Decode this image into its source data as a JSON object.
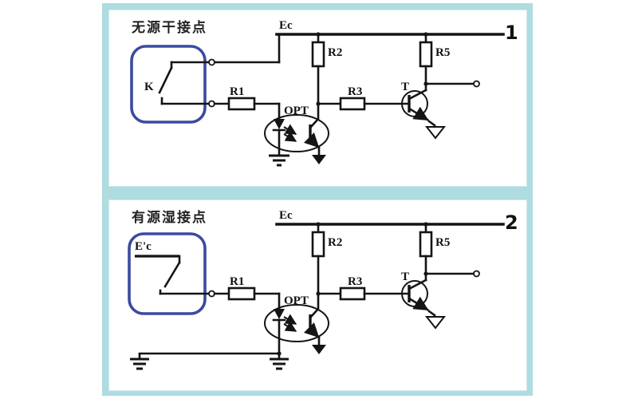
{
  "colors": {
    "frame": "#aedce0",
    "highlight_box": "#3b4a9f",
    "wire": "#141414"
  },
  "panel1": {
    "title": "无源干接点",
    "number": "1",
    "ec": "Ec",
    "k": "K",
    "r1": "R1",
    "r2": "R2",
    "r3": "R3",
    "r5": "R5",
    "opt": "OPT",
    "t": "T"
  },
  "panel2": {
    "title": "有源湿接点",
    "number": "2",
    "ec": "Ec",
    "esrc": "E'c",
    "r1": "R1",
    "r2": "R2",
    "r3": "R3",
    "r5": "R5",
    "opt": "OPT",
    "t": "T"
  }
}
